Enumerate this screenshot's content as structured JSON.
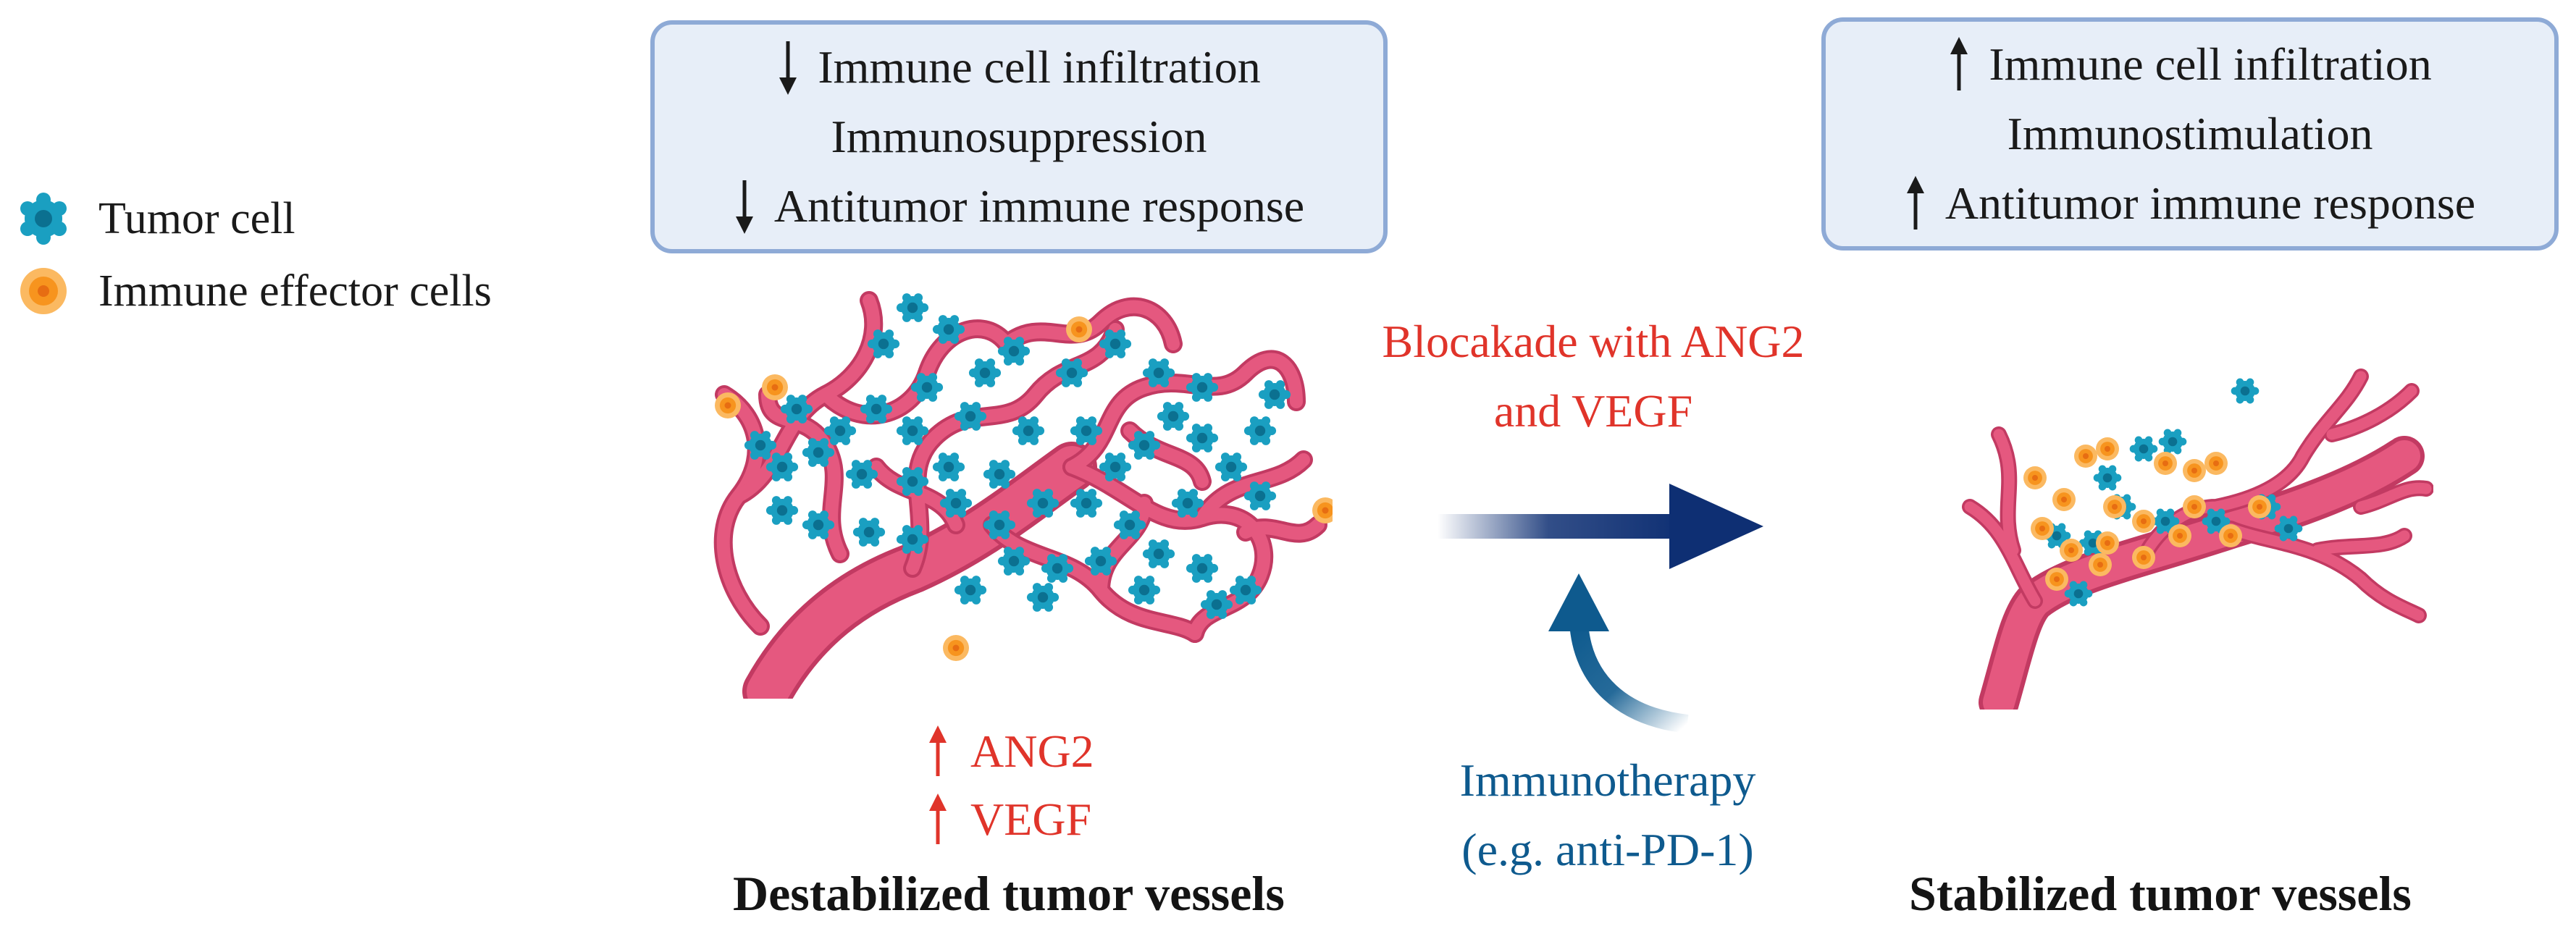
{
  "legend": {
    "items": [
      {
        "label": "Tumor cell",
        "color": "#1a9fc1"
      },
      {
        "label": "Immune effector  cells",
        "color": "#f7941e"
      }
    ]
  },
  "left_box": {
    "lines": [
      {
        "arrow": "down",
        "text": "Immune cell infiltration"
      },
      {
        "arrow": "none",
        "text": "Immunosuppression"
      },
      {
        "arrow": "down",
        "text": "Antitumor immune response"
      }
    ]
  },
  "right_box": {
    "lines": [
      {
        "arrow": "up",
        "text": "Immune cell infiltration"
      },
      {
        "arrow": "none",
        "text": "Immunostimulation"
      },
      {
        "arrow": "up",
        "text": "Antitumor immune response"
      }
    ]
  },
  "blockade": {
    "line1": "Blocakade with  ANG2",
    "line2": "and VEGF",
    "color": "#e0342a"
  },
  "immunotherapy": {
    "line1": "Immunotherapy",
    "line2": "(e.g. anti-PD-1)",
    "color": "#0e5a8e"
  },
  "factors": [
    {
      "arrow": "up",
      "text": "ANG2"
    },
    {
      "arrow": "up",
      "text": "VEGF"
    }
  ],
  "captions": {
    "left": "Destabilized tumor vessels",
    "right": "Stabilized tumor vessels"
  },
  "colors": {
    "vessel": "#e5587f",
    "vessel_dark": "#c23a62",
    "tumor": "#1a9fc1",
    "immune": "#f7941e",
    "arrow": "#0e2f73"
  }
}
